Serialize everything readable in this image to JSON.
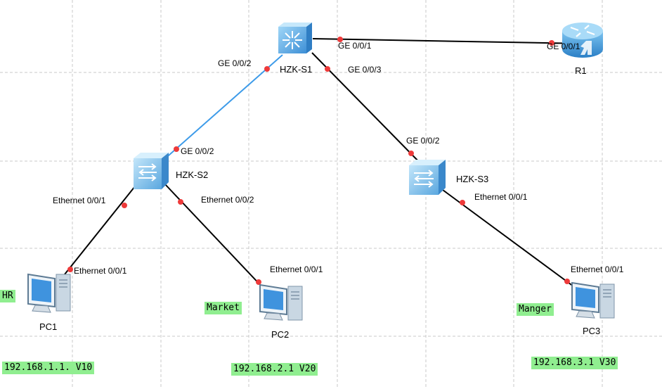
{
  "devices": {
    "s1": {
      "label": "HZK-S1",
      "icon": "core-switch-icon"
    },
    "s2": {
      "label": "HZK-S2",
      "icon": "switch-icon"
    },
    "s3": {
      "label": "HZK-S3",
      "icon": "switch-icon"
    },
    "r1": {
      "label": "R1",
      "icon": "router-icon"
    },
    "pc1": {
      "label": "PC1",
      "icon": "pc-icon"
    },
    "pc2": {
      "label": "PC2",
      "icon": "pc-icon"
    },
    "pc3": {
      "label": "PC3",
      "icon": "pc-icon"
    }
  },
  "ports": {
    "s1_r1": "GE 0/0/1",
    "r1_s1": "GE 0/0/1",
    "s1_s2": "GE 0/0/2",
    "s2_s1": "GE 0/0/2",
    "s1_s3": "GE 0/0/3",
    "s3_s1": "GE 0/0/2",
    "s2_pc1": "Ethernet 0/0/1",
    "pc1_s2": "Ethernet 0/0/1",
    "s2_pc2": "Ethernet 0/0/2",
    "pc2_s2": "Ethernet 0/0/1",
    "s3_pc3": "Ethernet 0/0/1",
    "pc3_s3": "Ethernet 0/0/1"
  },
  "tags": {
    "hr": "HR",
    "market": "Market",
    "manger": "Manger",
    "ip1": "192.168.1.1. V10",
    "ip2": "192.168.2.1 V20",
    "ip3": "192.168.3.1 V30"
  },
  "colors": {
    "link": "#000000",
    "selected_link": "#3d9be9",
    "port_dot": "#ee3a3a",
    "tag_bg": "#90ee90",
    "grid": "#c8c8c8"
  }
}
